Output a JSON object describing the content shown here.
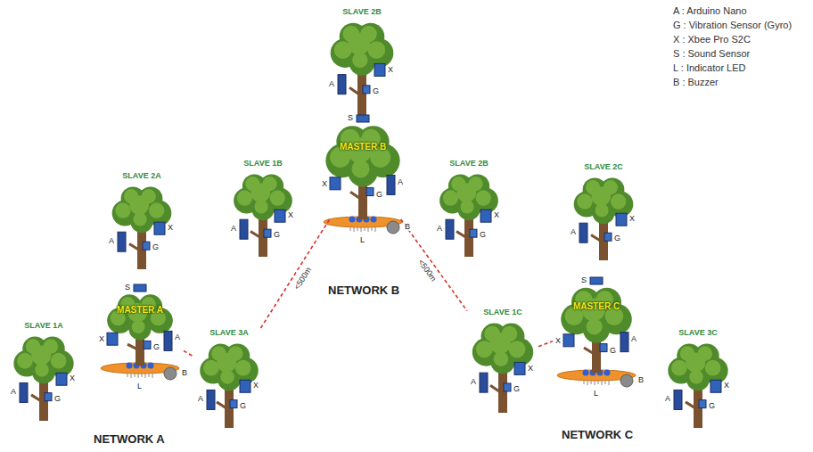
{
  "diagram": {
    "nodes": [
      {
        "text": [
          "SLAVE 2B"
        ]
      },
      {
        "text": [
          "MASTER B"
        ]
      },
      {
        "text": [
          "SLAVE 1B"
        ]
      },
      {
        "text": [
          "SLAVE 2B"
        ]
      },
      {
        "text": [
          "SLAVE 2A"
        ]
      },
      {
        "text": [
          "SLAVE 2C"
        ]
      },
      {
        "text": [
          "MASTER A"
        ]
      },
      {
        "text": [
          "SLAVE 1A"
        ]
      },
      {
        "text": [
          "SLAVE 3A"
        ]
      },
      {
        "text": [
          "SLAVE 1C"
        ]
      },
      {
        "text": [
          "MASTER C"
        ]
      },
      {
        "text": [
          "SLAVE 3C"
        ]
      }
    ],
    "edges": [
      {
        "from": 6,
        "to": 8,
        "arrow": "none"
      },
      {
        "from": 8,
        "to": 1,
        "label": "<500m",
        "arrow": "none"
      },
      {
        "from": 1,
        "to": 9,
        "label": "<500m",
        "arrow": "none"
      },
      {
        "from": 9,
        "to": 10,
        "arrow": "none"
      }
    ],
    "labels": [
      "A : Arduino Nano",
      "G : Vibration Sensor (Gyro)",
      "X : Xbee Pro S2C",
      "S : Sound Sensor",
      "L : Indicator LED",
      "B : Buzzer",
      "NETWORK A",
      "NETWORK B",
      "NETWORK C",
      "A",
      "G",
      "X",
      "S",
      "X",
      "G",
      "A",
      "L",
      "B",
      "A",
      "G",
      "X",
      "A",
      "G",
      "X",
      "A",
      "G",
      "X",
      "A",
      "G",
      "X",
      "S",
      "X",
      "G",
      "A",
      "L",
      "B",
      "A",
      "G",
      "X",
      "A",
      "G",
      "X",
      "A",
      "G",
      "X",
      "S",
      "X",
      "G",
      "A",
      "L",
      "B",
      "A",
      "G",
      "X"
    ]
  }
}
